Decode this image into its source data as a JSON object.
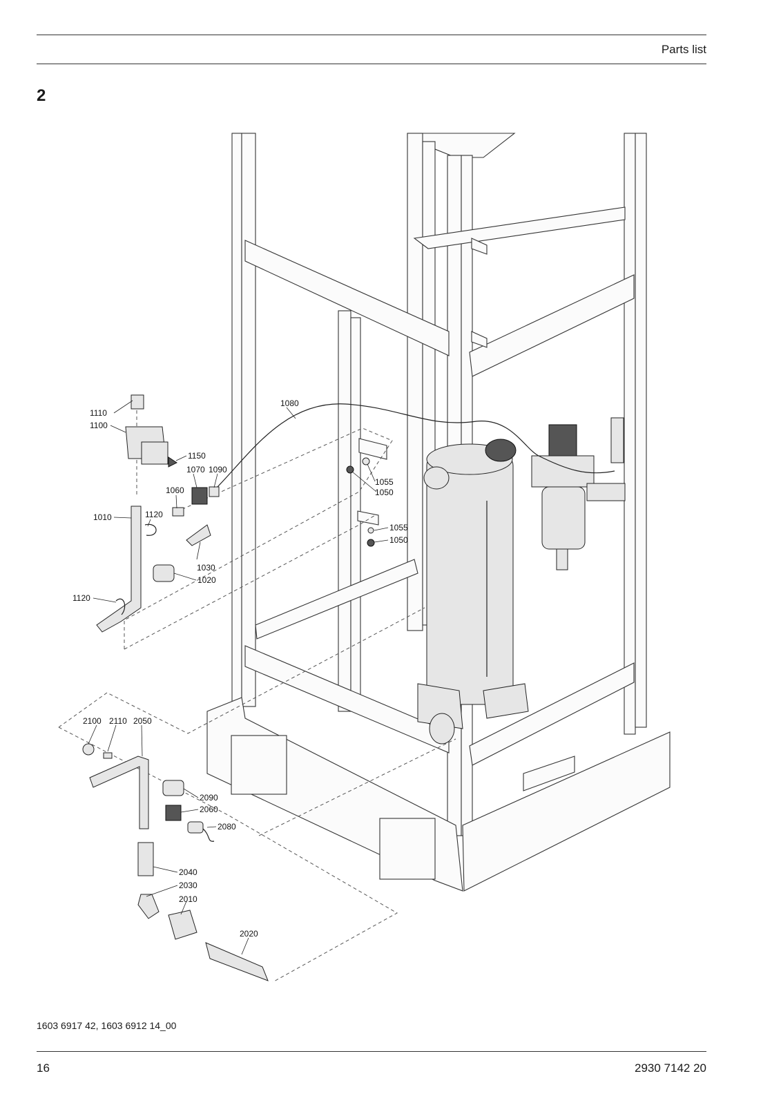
{
  "header": {
    "section_title": "Parts list"
  },
  "section_number": "2",
  "figure": {
    "callouts": {
      "c1110": "1110",
      "c1100": "1100",
      "c1150": "1150",
      "c1070": "1070",
      "c1090": "1090",
      "c1060": "1060",
      "c1010": "1010",
      "c1120a": "1120",
      "c1030": "1030",
      "c1020": "1020",
      "c1120b": "1120",
      "c1080": "1080",
      "c1055a": "1055",
      "c1050a": "1050",
      "c1055b": "1055",
      "c1050b": "1050",
      "c2100": "2100",
      "c2110": "2110",
      "c2050": "2050",
      "c2090": "2090",
      "c2060": "2060",
      "c2080": "2080",
      "c2040": "2040",
      "c2030": "2030",
      "c2010": "2010",
      "c2020": "2020"
    },
    "caption": "1603 6917 42, 1603 6912 14_00"
  },
  "footer": {
    "page_number": "16",
    "doc_number": "2930 7142 20"
  }
}
